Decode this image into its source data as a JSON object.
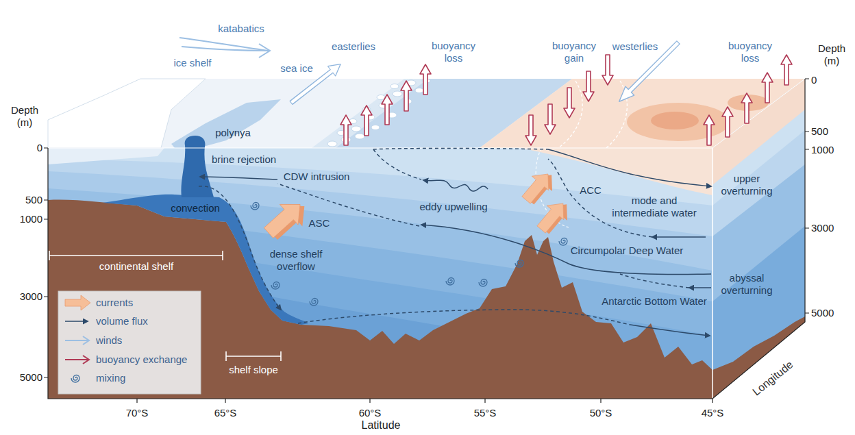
{
  "diagram": {
    "labels": [
      "katabatics",
      "ice shelf",
      "sea ice",
      "easterlies",
      "buoyancy loss",
      "buoyancy gain",
      "westerlies",
      "buoyancy loss",
      "Depth (m)",
      "Depth (m)",
      "0",
      "500",
      "1000",
      "3000",
      "5000",
      "0",
      "500",
      "1000",
      "3000",
      "5000",
      "polynya",
      "brine rejection",
      "CDW intrusion",
      "convection",
      "ASC",
      "eddy upwelling",
      "ACC",
      "upper overturning",
      "mode and intermediate water",
      "continental shelf",
      "dense shelf overflow",
      "Circumpolar Deep Water",
      "abyssal overturning",
      "Antarctic Bottom Water",
      "shelf slope",
      "70°S",
      "65°S",
      "60°S",
      "55°S",
      "50°S",
      "45°S",
      "Latitude",
      "Longitude"
    ],
    "legend": [
      {
        "text": "currents"
      },
      {
        "text": "volume flux"
      },
      {
        "text": "winds"
      },
      {
        "text": "buoyancy exchange"
      },
      {
        "text": "mixing"
      }
    ]
  }
}
